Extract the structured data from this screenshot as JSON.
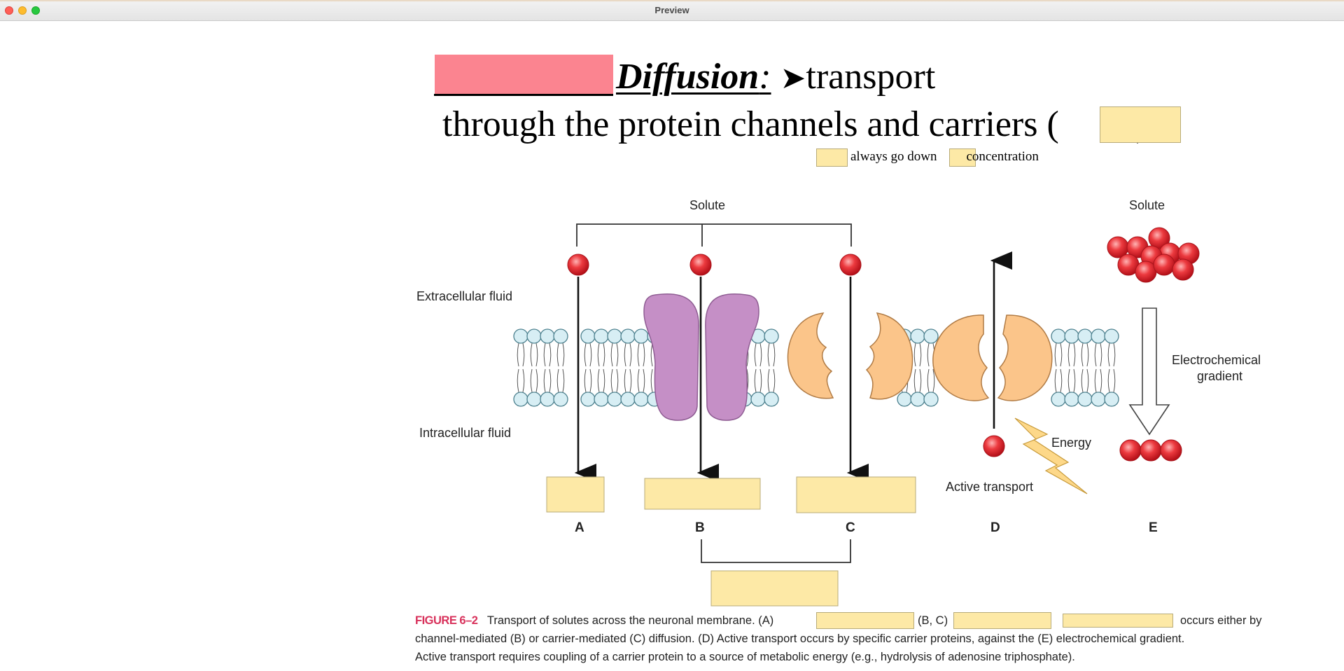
{
  "window": {
    "title": "Preview"
  },
  "heading": {
    "line1_term": "Diffusion",
    "line1_colon": ":",
    "line1_arrow": "➤",
    "line1_rest": "transport",
    "line2_text": "through the protein channels and carriers",
    "line2_paren_open": "(",
    "line2_paren_close": ")",
    "line3_mid": "always go down",
    "line3_end": "concentration"
  },
  "diagram": {
    "solute_left": "Solute",
    "solute_right": "Solute",
    "extracellular": "Extracellular fluid",
    "intracellular": "Intracellular fluid",
    "gradient_line1": "Electrochemical",
    "gradient_line2": "gradient",
    "energy": "Energy",
    "active_transport": "Active transport",
    "letters": [
      "A",
      "B",
      "C",
      "D",
      "E"
    ]
  },
  "caption": {
    "fig": "FIGURE 6–2",
    "text1": "Transport of solutes across the neuronal membrane. (A)",
    "text2": "(B, C)",
    "text3": "occurs either by",
    "line2": "channel-mediated (B) or carrier-mediated (C) diffusion. (D) Active transport occurs by specific carrier proteins, against the (E) electrochemical gradient.",
    "line3": "Active transport requires coupling of a carrier protein to a source of metabolic energy (e.g., hydrolysis of adenosine triphosphate)."
  },
  "colors": {
    "blank_fill": "#fde9a6",
    "redaction": "#fb8490",
    "channel": "#c58fc6",
    "carrier": "#fbc58a",
    "solute": "#e8262d",
    "lipid_head": "#d7eef4",
    "figure_tag": "#d8315b"
  }
}
